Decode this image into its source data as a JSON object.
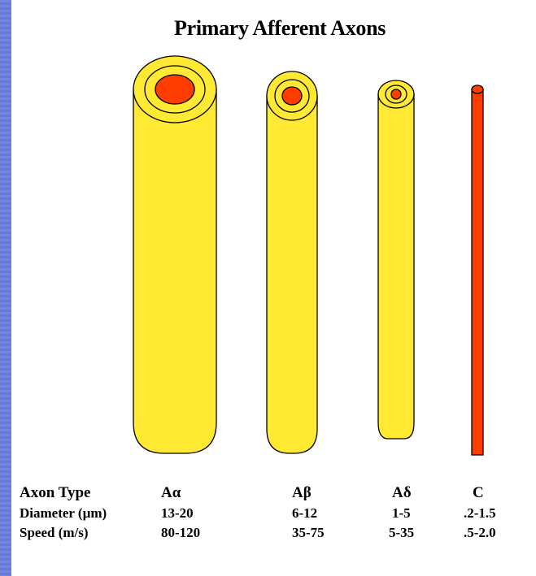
{
  "title": "Primary Afferent Axons",
  "colors": {
    "myelin": "#ffe933",
    "axon": "#ff3d00",
    "outline": "#000000",
    "panel": "#ffffff",
    "background": "#5466d2"
  },
  "axons": [
    {
      "type": "Aα",
      "diameter": "13-20",
      "speed": "80-120",
      "myelinated": true
    },
    {
      "type": "Aβ",
      "diameter": "6-12",
      "speed": "35-75",
      "myelinated": true
    },
    {
      "type": "Aδ",
      "diameter": "1-5",
      "speed": "5-35",
      "myelinated": true
    },
    {
      "type": "C",
      "diameter": ".2-1.5",
      "speed": ".5-2.0",
      "myelinated": false
    }
  ],
  "table": {
    "row_labels": {
      "type": "Axon Type",
      "diameter": "Diameter  (µm)",
      "speed": "Speed (m/s)"
    }
  }
}
